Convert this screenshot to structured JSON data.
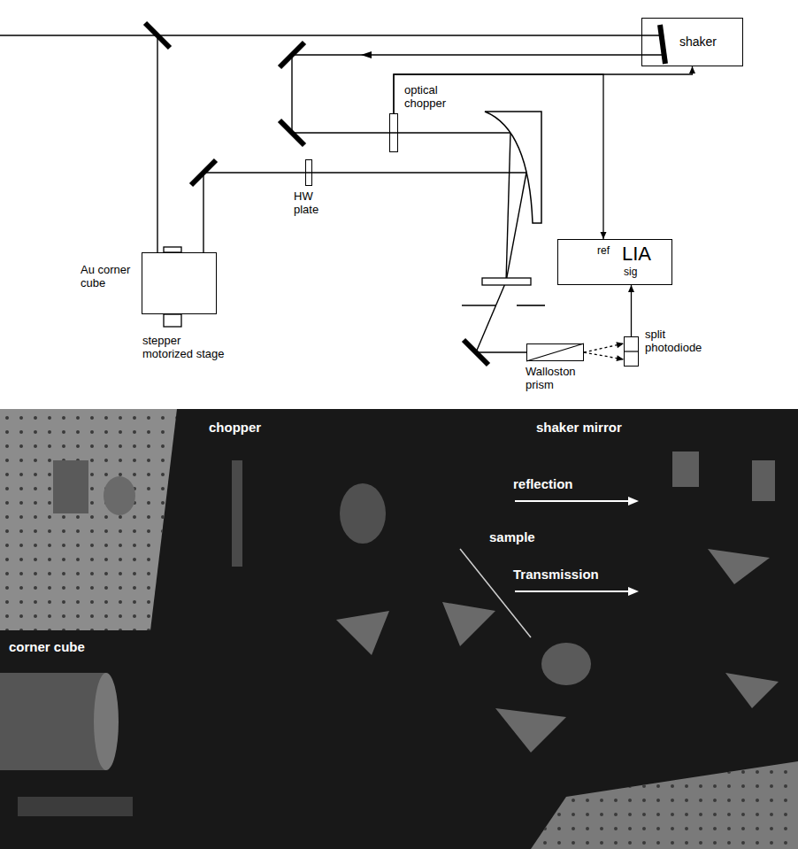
{
  "diagram": {
    "nodes": [
      {
        "text": [
          "shaker"
        ]
      },
      {
        "text": [
          "optical chopper"
        ]
      },
      {
        "text": [
          "HW plate"
        ]
      },
      {
        "text": [
          "Au corner cube",
          "stepper motorized stage"
        ]
      },
      {
        "text": [
          "ref",
          "LIA",
          "sig"
        ]
      },
      {
        "text": [
          "Walloston prism"
        ]
      },
      {
        "text": [
          "split photodiode"
        ]
      }
    ],
    "edges": [
      {
        "from": 1,
        "to": 0,
        "arrow": "to"
      },
      {
        "from": 1,
        "to": 4,
        "arrow": "to"
      },
      {
        "from": 6,
        "to": 4,
        "arrow": "to"
      },
      {
        "from": 5,
        "to": 6,
        "arrow": "to"
      }
    ],
    "labels": [
      "chopper",
      "shaker mirror",
      "reflection",
      "sample",
      "Transmission",
      "corner cube"
    ]
  }
}
